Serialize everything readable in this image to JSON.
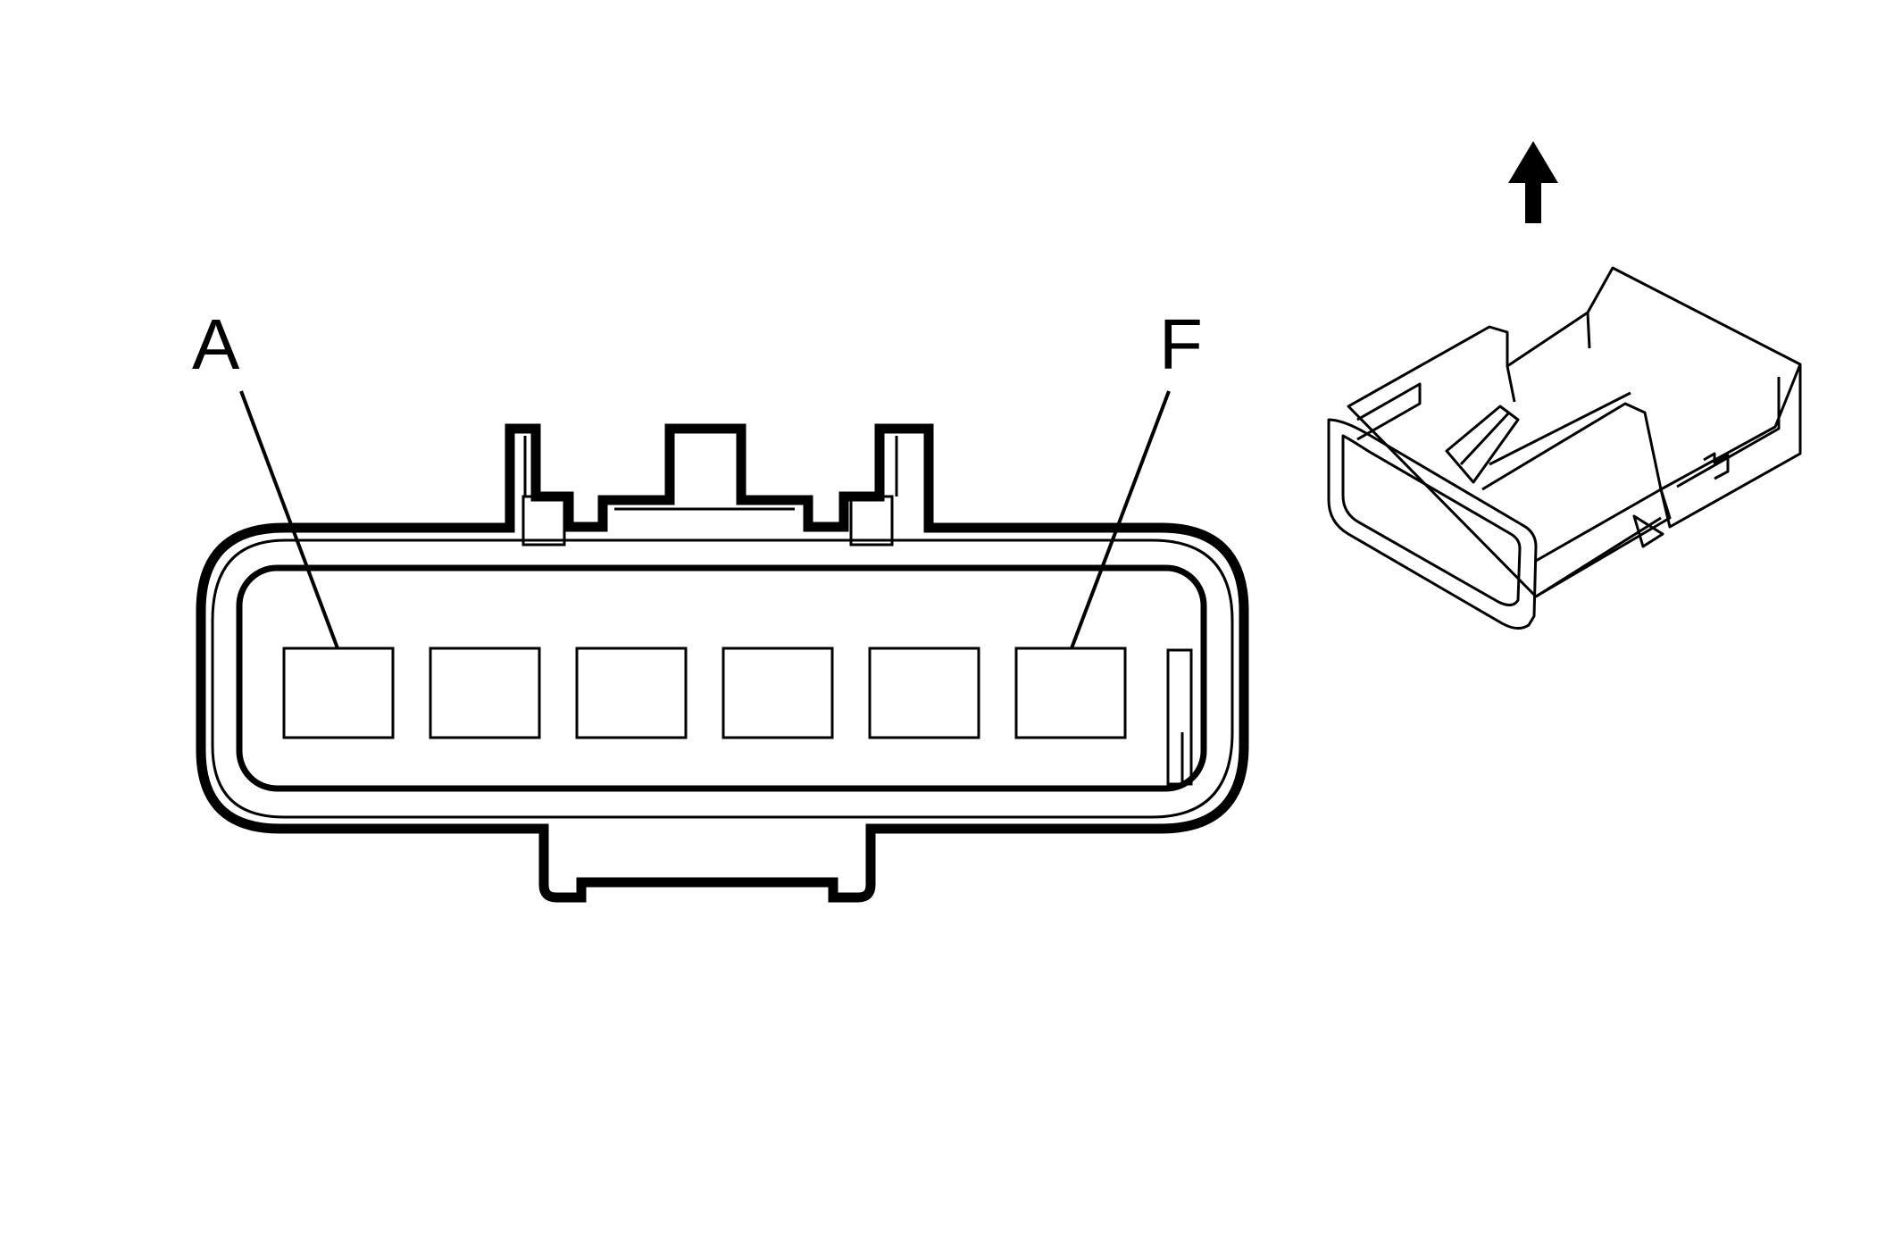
{
  "callouts": {
    "first_cavity": "A",
    "last_cavity": "F"
  },
  "connector_face": {
    "cavity_count": 6
  },
  "orientation_icon": "up-arrow-icon",
  "colors": {
    "line": "#000000",
    "background": "#ffffff"
  }
}
